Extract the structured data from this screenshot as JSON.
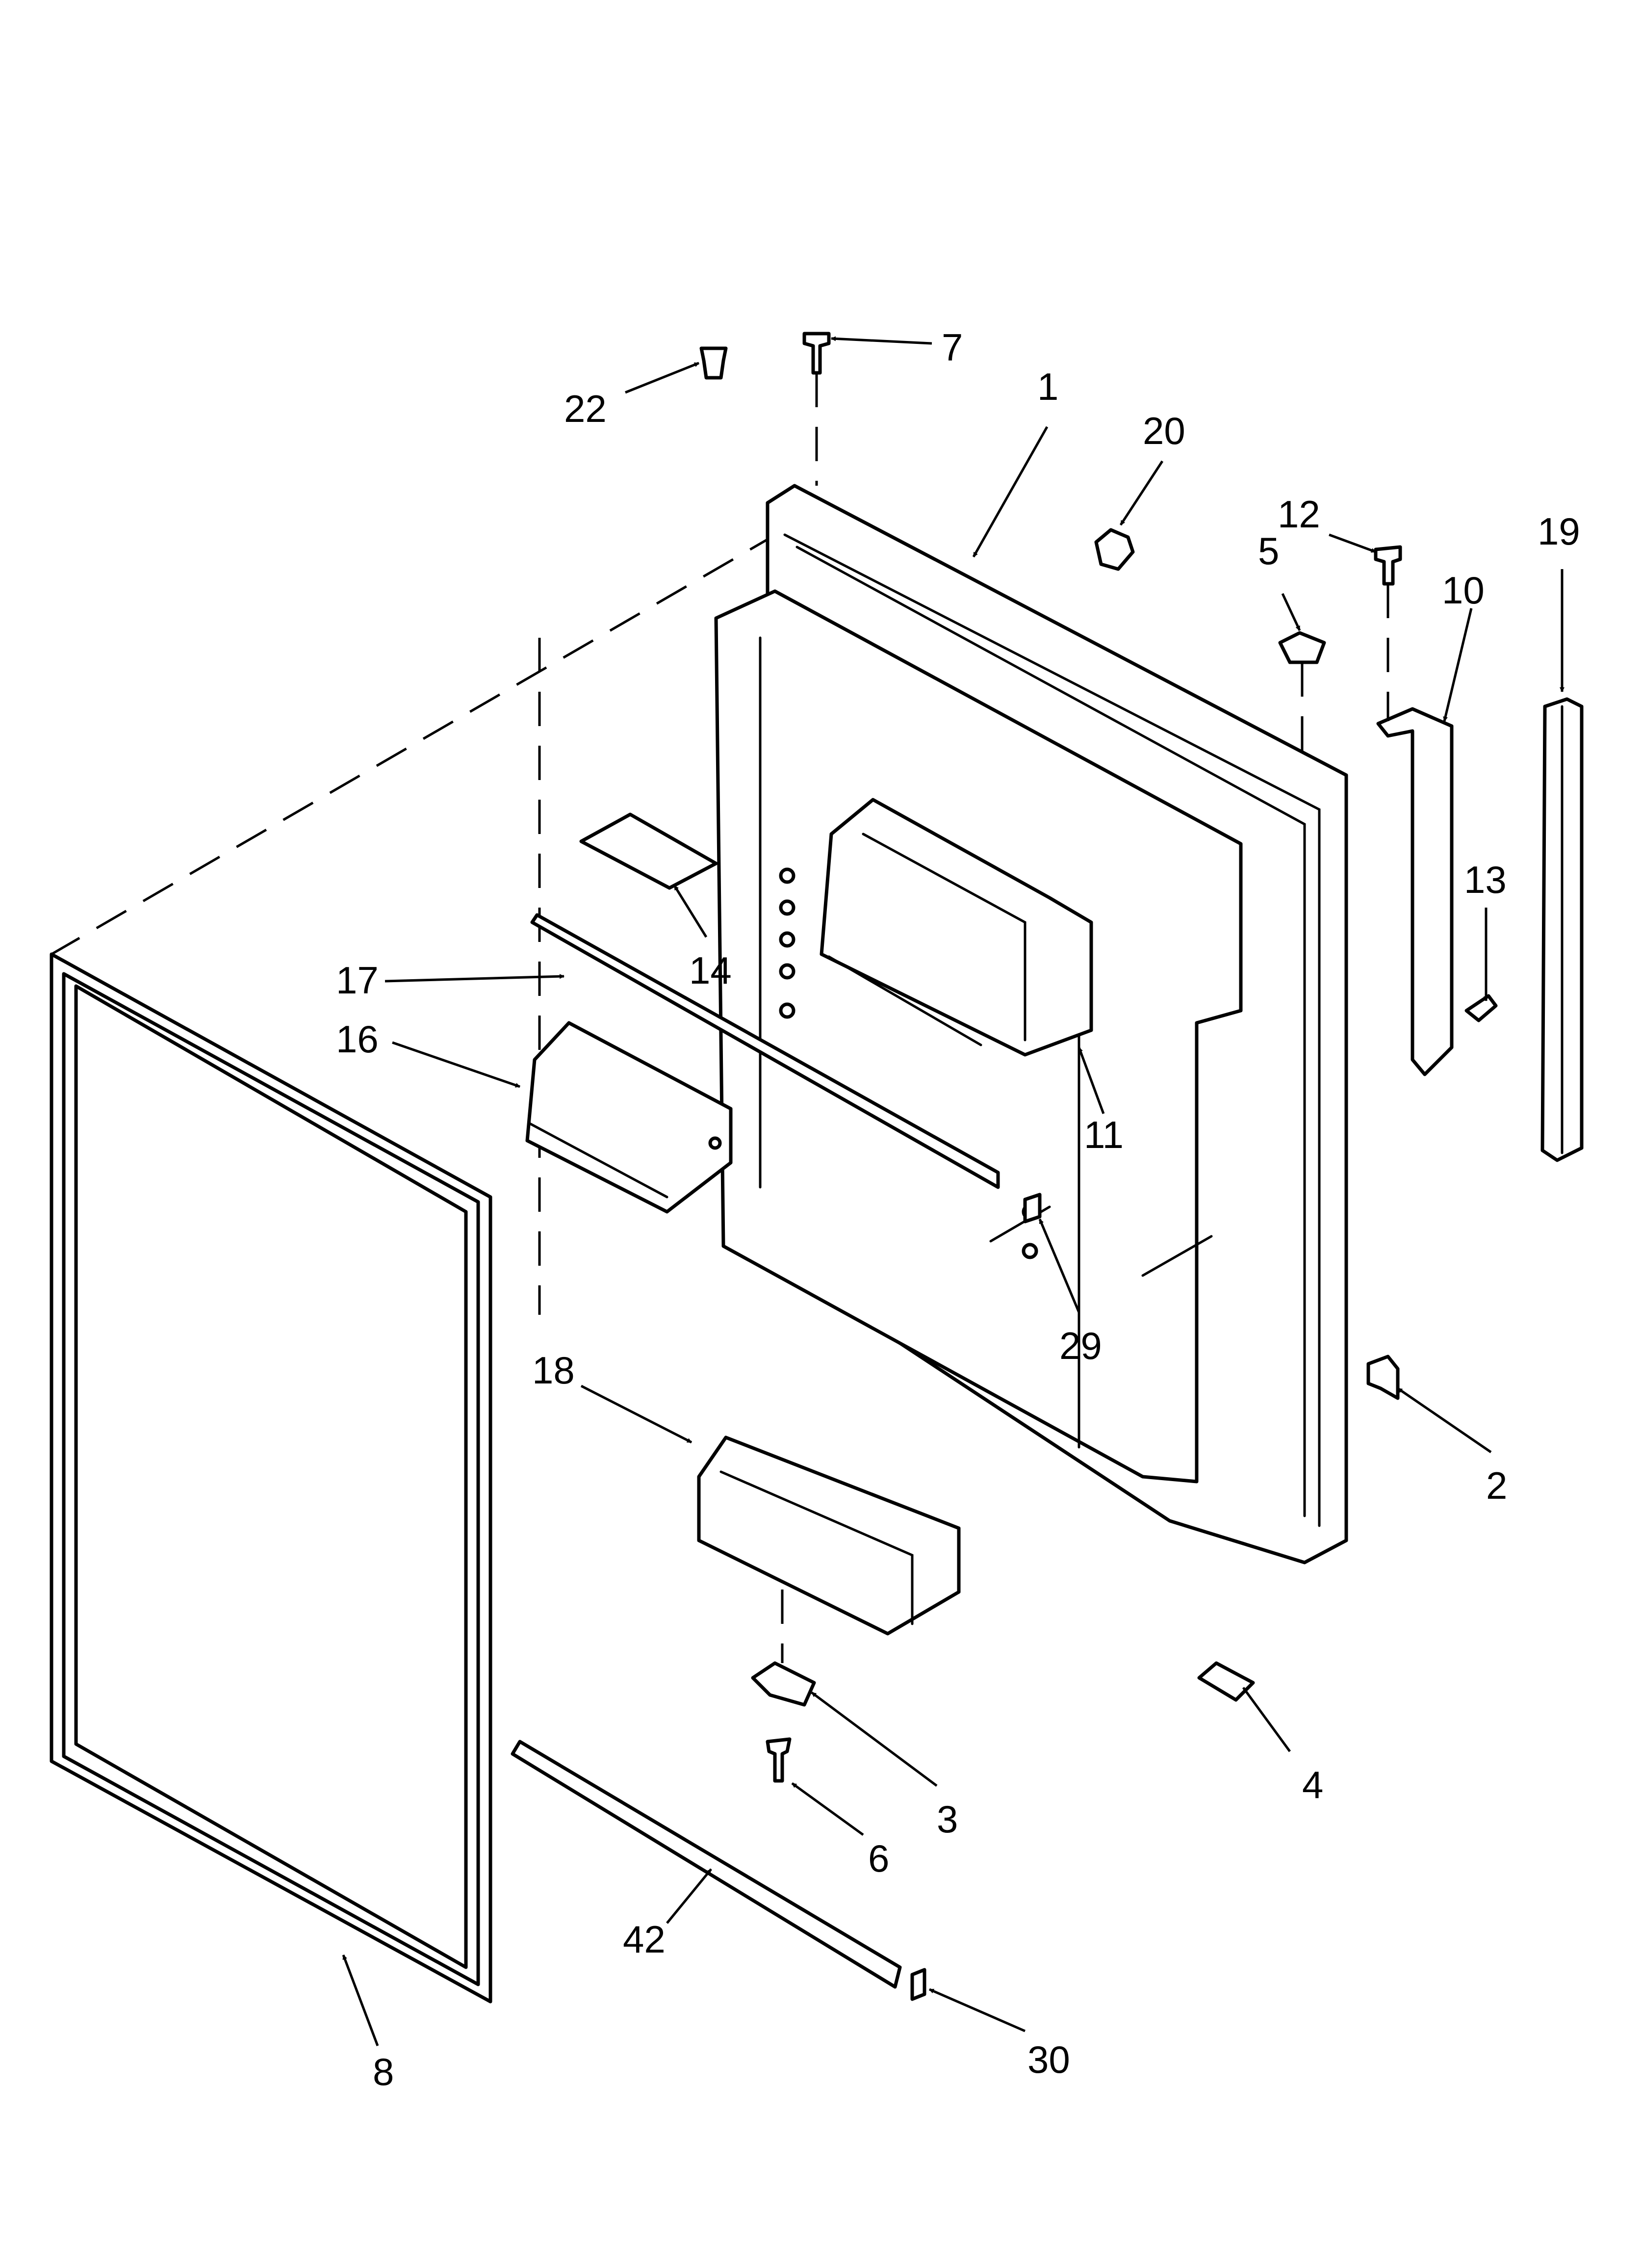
{
  "diagram": {
    "type": "exploded-parts-view",
    "callouts": [
      {
        "id": "c1",
        "label": "1"
      },
      {
        "id": "c2",
        "label": "2"
      },
      {
        "id": "c3",
        "label": "3"
      },
      {
        "id": "c4",
        "label": "4"
      },
      {
        "id": "c5",
        "label": "5"
      },
      {
        "id": "c6",
        "label": "6"
      },
      {
        "id": "c7",
        "label": "7"
      },
      {
        "id": "c8",
        "label": "8"
      },
      {
        "id": "c10",
        "label": "10"
      },
      {
        "id": "c11",
        "label": "11"
      },
      {
        "id": "c12",
        "label": "12"
      },
      {
        "id": "c13",
        "label": "13"
      },
      {
        "id": "c14",
        "label": "14"
      },
      {
        "id": "c16",
        "label": "16"
      },
      {
        "id": "c17",
        "label": "17"
      },
      {
        "id": "c18",
        "label": "18"
      },
      {
        "id": "c19",
        "label": "19"
      },
      {
        "id": "c20",
        "label": "20"
      },
      {
        "id": "c22",
        "label": "22"
      },
      {
        "id": "c29",
        "label": "29"
      },
      {
        "id": "c30",
        "label": "30"
      },
      {
        "id": "c42",
        "label": "42"
      }
    ]
  },
  "colors": {
    "line": "#000000",
    "background": "#ffffff"
  }
}
